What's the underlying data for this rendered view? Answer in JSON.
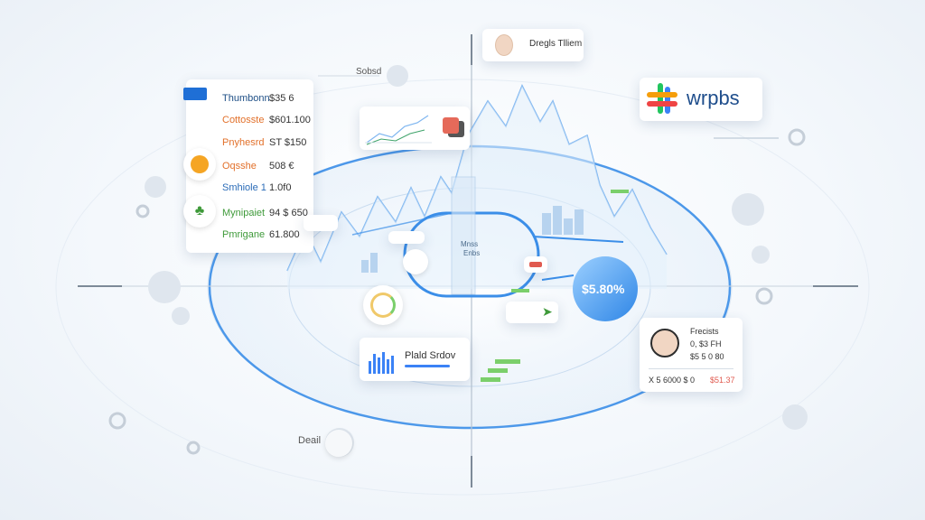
{
  "list_card": {
    "rows": [
      {
        "name": "Thumbonn",
        "value": "$35 6",
        "color": "#1e4f86"
      },
      {
        "name": "Cottosste",
        "value": "$601.100",
        "color": "#e2702a"
      },
      {
        "name": "Pnyhesrd",
        "value": "ST $150",
        "color": "#e2702a"
      },
      {
        "name": "Oqsshe",
        "value": "508 €",
        "color": "#e2702a"
      },
      {
        "name": "Smhiole 1",
        "value": "1.0f0",
        "color": "#2b6cb8"
      },
      {
        "name": "Mynipaiet",
        "value": "94 $ 650",
        "color": "#3f9a3a"
      },
      {
        "name": "Pmrigane",
        "value": "61.800",
        "color": "#3f9a3a"
      }
    ]
  },
  "top_contact": {
    "name": "Dregls Tlliem"
  },
  "top_label": "Sobsd",
  "brand": {
    "name": "wrpbs",
    "colors": [
      "#3b82f6",
      "#22c55e",
      "#f59e0b",
      "#ef4444"
    ]
  },
  "center_label": {
    "line1": "Mnss",
    "line2": "Enbs"
  },
  "percent_bubble": {
    "value": "$5.80%"
  },
  "bottom_card": {
    "label": "Plald Srdov"
  },
  "right_contact": {
    "line1": "Frecists",
    "line2": "0, $3 FH",
    "line3": "$5 5 0 80",
    "foot_left": "X 5 6000 $ 0",
    "foot_right": "$51.37"
  },
  "deal_label": "Deail",
  "colors": {
    "accent": "#3b8ee8",
    "line": "#7fb6f0",
    "green": "#3f9a3a",
    "red": "#e05a4f"
  }
}
